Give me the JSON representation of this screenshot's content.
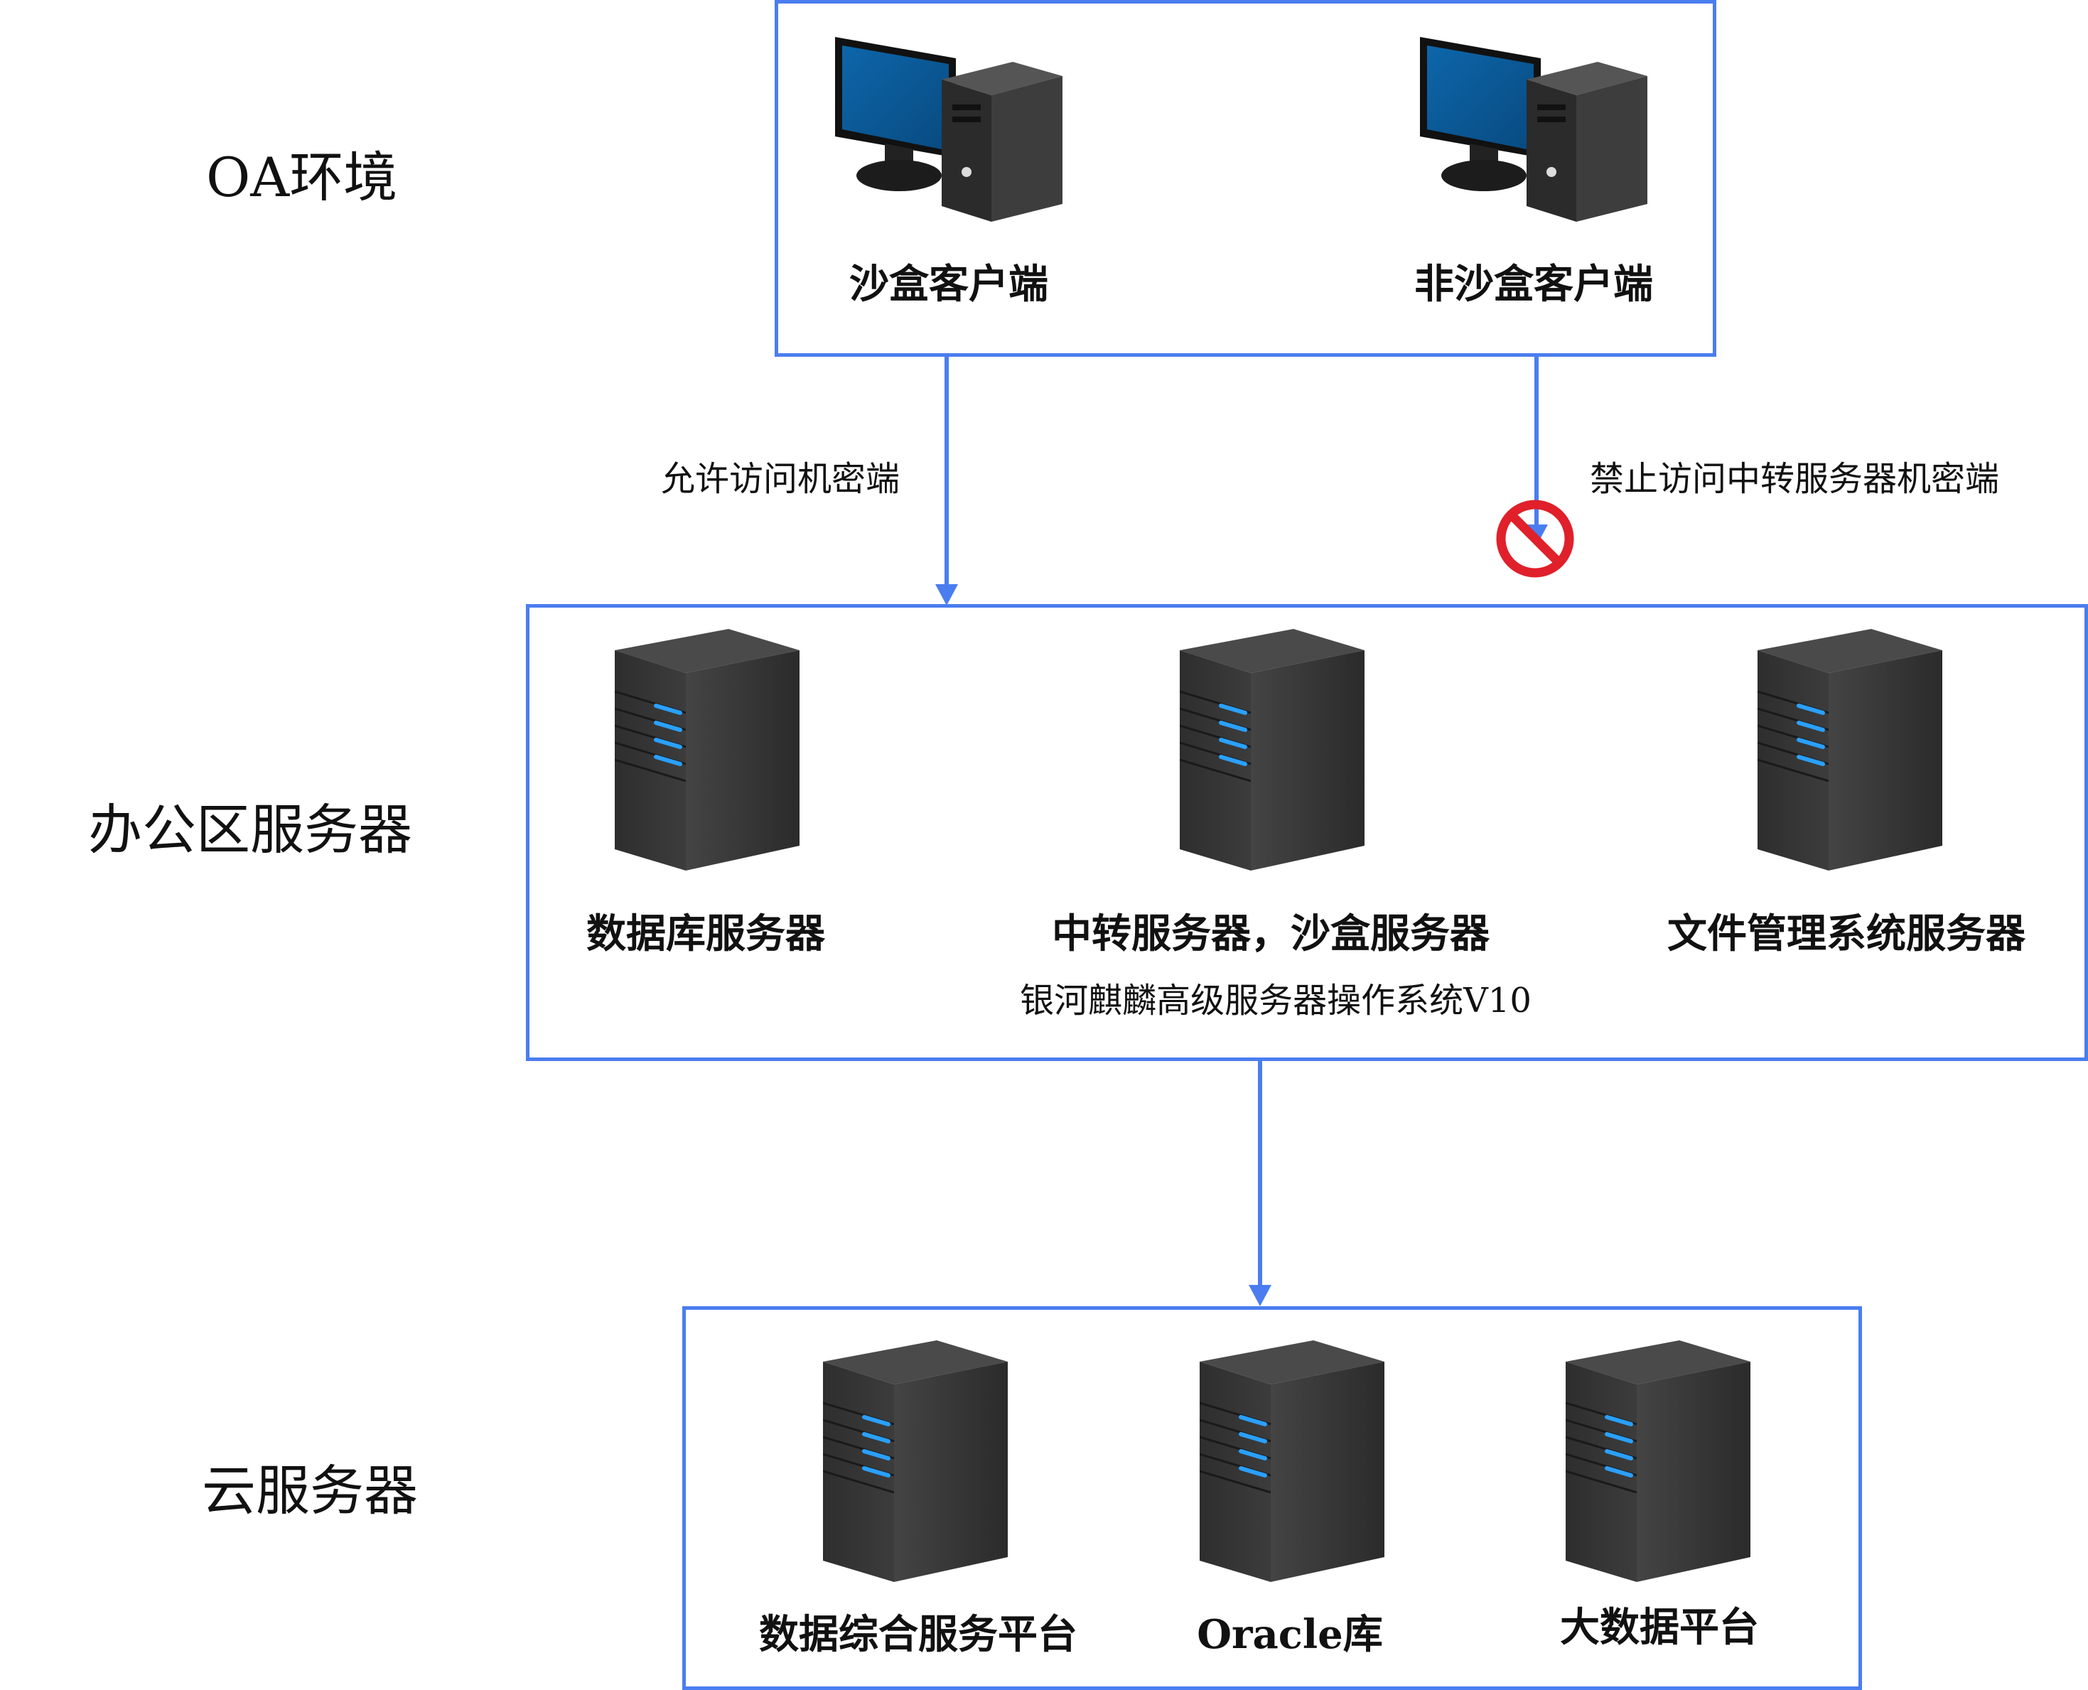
{
  "tiers": {
    "oa": {
      "label": "OA环境",
      "clients": [
        {
          "label": "沙盒客户端",
          "icon": "desktop-computer-icon"
        },
        {
          "label": "非沙盒客户端",
          "icon": "desktop-computer-icon"
        }
      ]
    },
    "office": {
      "label": "办公区服务器",
      "servers": [
        {
          "label": "数据库服务器",
          "icon": "server-tower-icon"
        },
        {
          "label": "中转服务器，沙盒服务器",
          "icon": "server-tower-icon"
        },
        {
          "label": "文件管理系统服务器",
          "icon": "server-tower-icon"
        }
      ],
      "os_note": "银河麒麟高级服务器操作系统V10"
    },
    "cloud": {
      "label": "云服务器",
      "servers": [
        {
          "label": "数据综合服务平台",
          "icon": "server-tower-icon"
        },
        {
          "label": "Oracle库",
          "icon": "server-tower-icon"
        },
        {
          "label": "大数据平台",
          "icon": "server-tower-icon"
        }
      ]
    }
  },
  "connections": {
    "allow": {
      "label": "允许访问机密端",
      "icon": "arrow-down-icon"
    },
    "deny": {
      "label": "禁止访问中转服务器机密端",
      "icon": "prohibited-icon"
    }
  },
  "colors": {
    "border": "#4a7df0",
    "arrow": "#4a7df0",
    "server_body": "#3a3a3a",
    "server_led": "#2aa0ff",
    "monitor_screen": "#0b5a98",
    "prohibit": "#e0202a"
  }
}
